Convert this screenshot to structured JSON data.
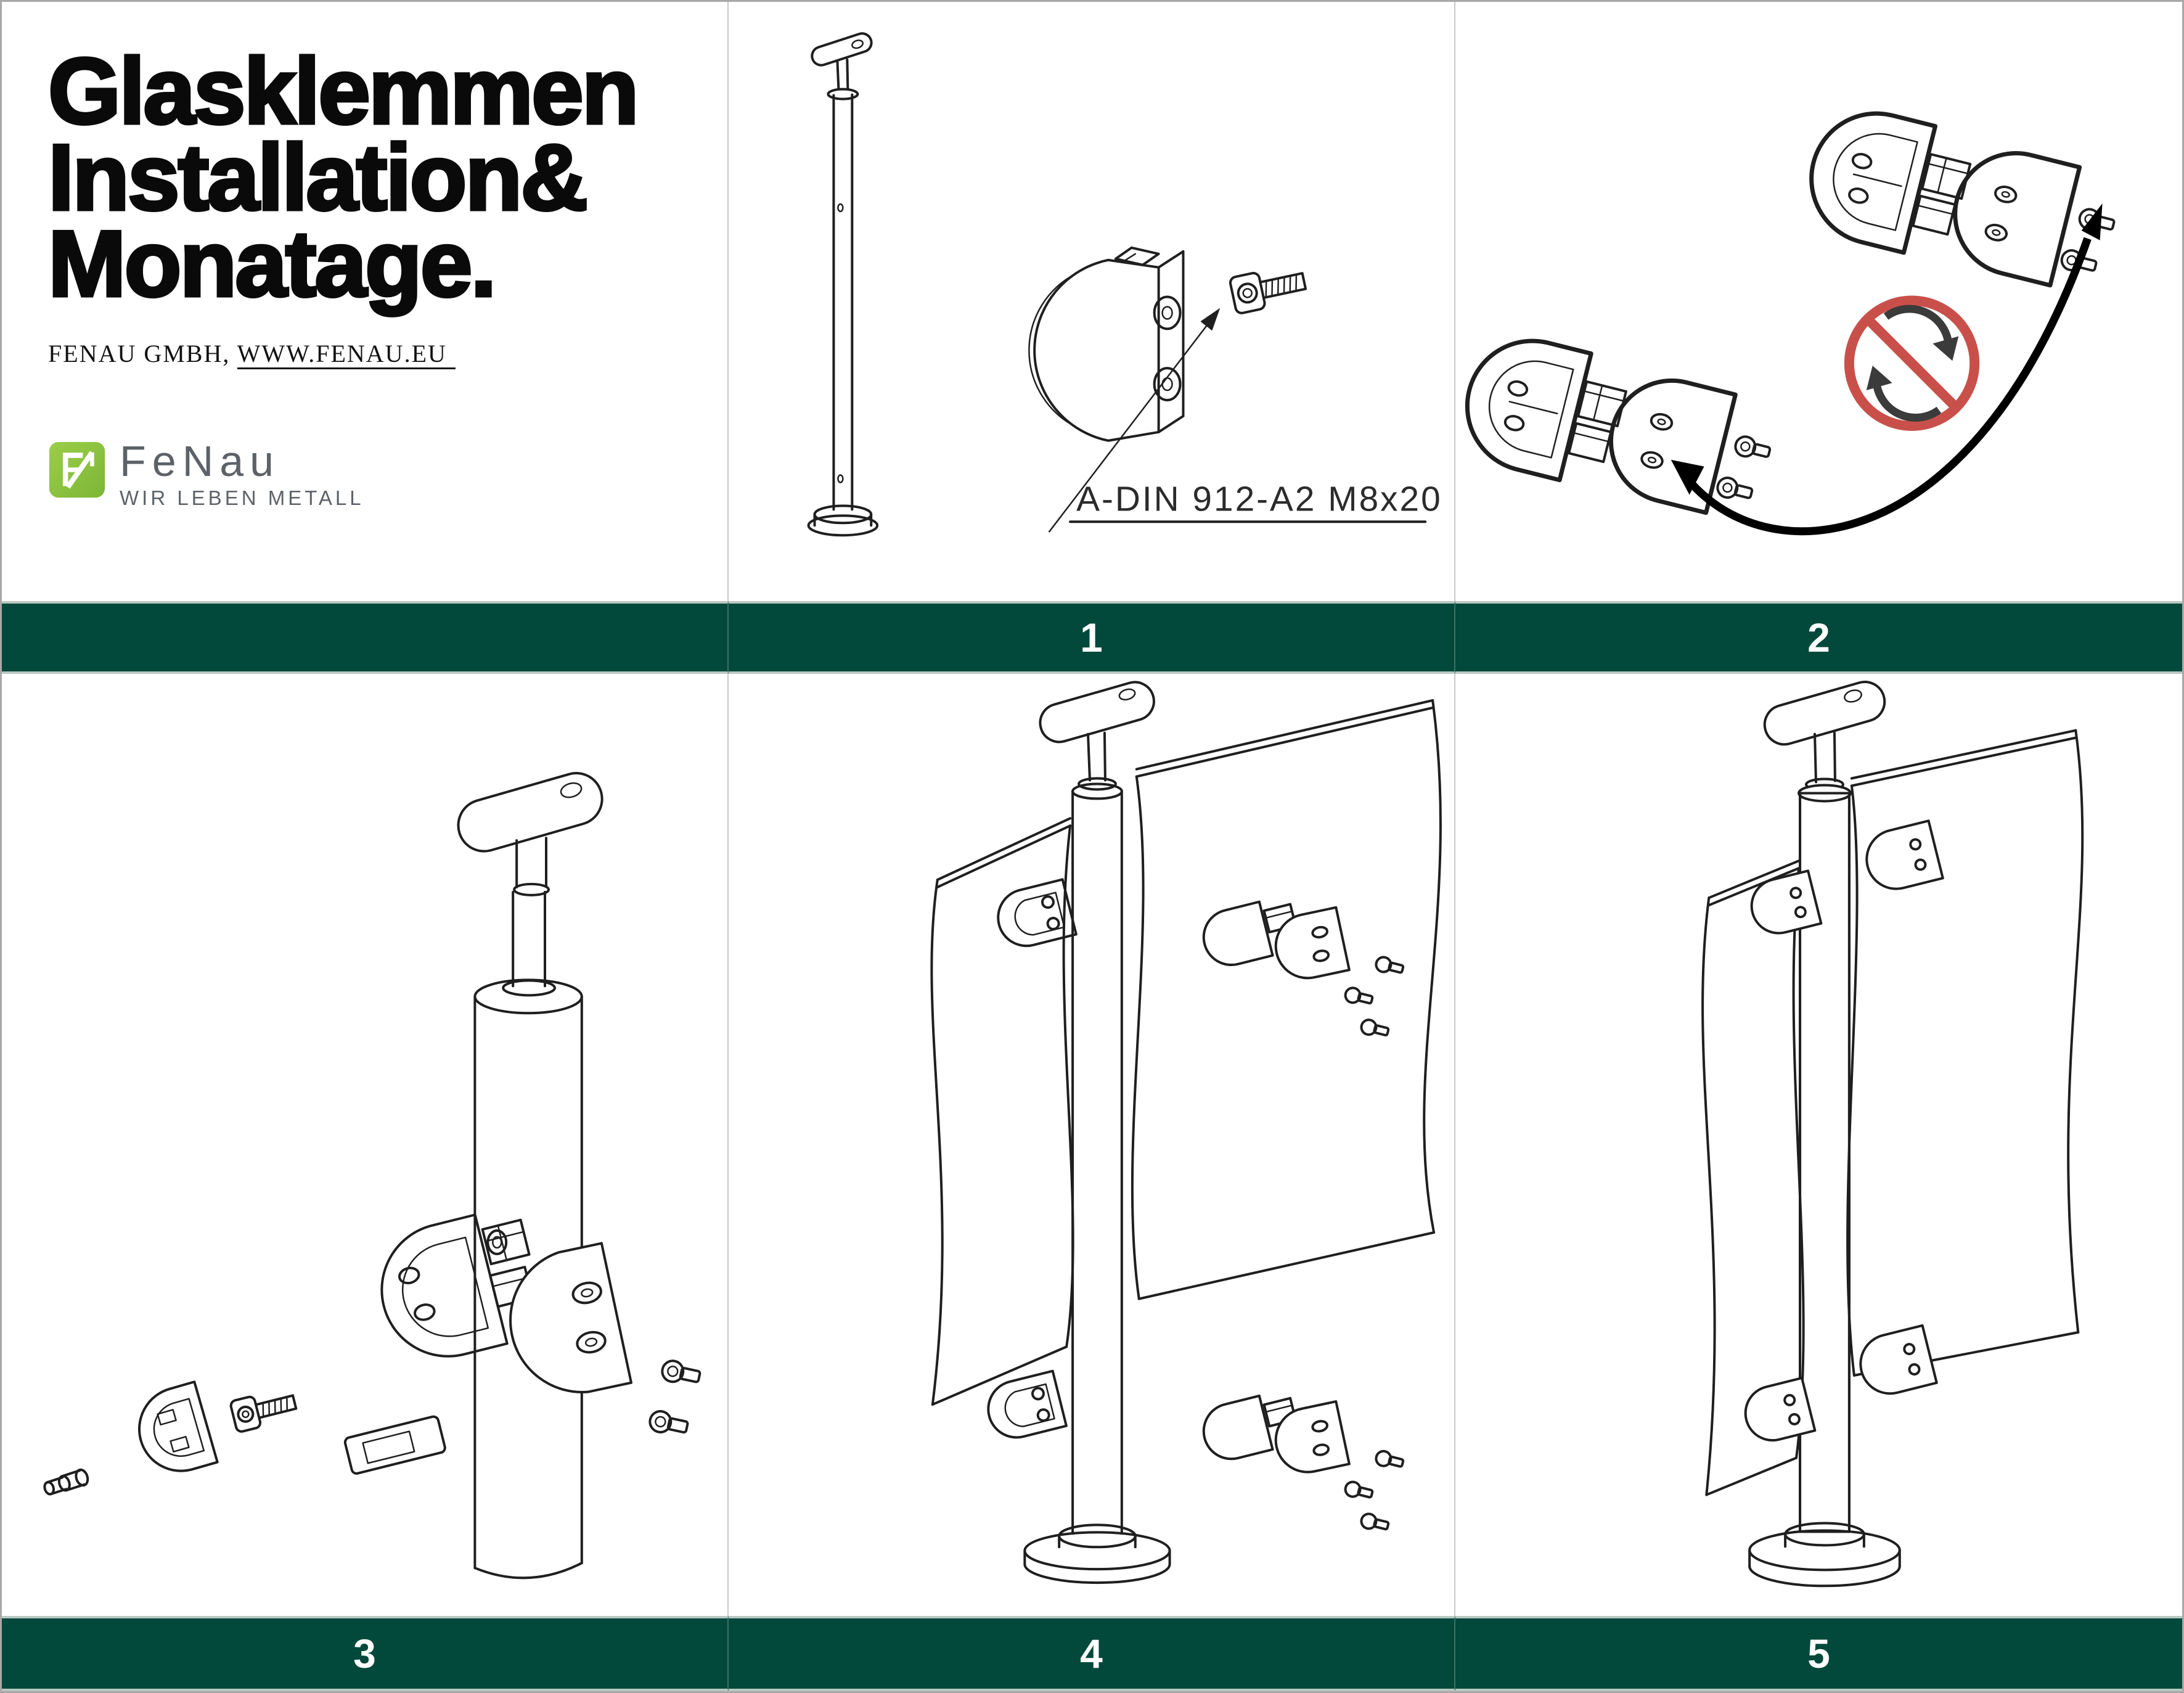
{
  "header": {
    "title_lines": [
      "Glasklemmen",
      "Installation&",
      "Monatage."
    ],
    "subtitle_prefix": "FENAU GMBH, ",
    "subtitle_link": "WWW.FENAU.EU"
  },
  "logo": {
    "brand": "FeNau",
    "tagline": "WIR LEBEN METALL"
  },
  "steps": {
    "s1": "1",
    "s2": "2",
    "s3": "3",
    "s4": "4",
    "s5": "5"
  },
  "panel1": {
    "screw_label": "A-DIN 912-A2 M8x20"
  },
  "colors": {
    "step_bar_green": "#03493B",
    "bar_edge": "#b9c8c2",
    "prohibition_red": "#C9504A",
    "rotation_arrow_dark": "#3B3B3B",
    "logo_green": "#8CC63F",
    "drawing_line": "#1F1F1F"
  }
}
